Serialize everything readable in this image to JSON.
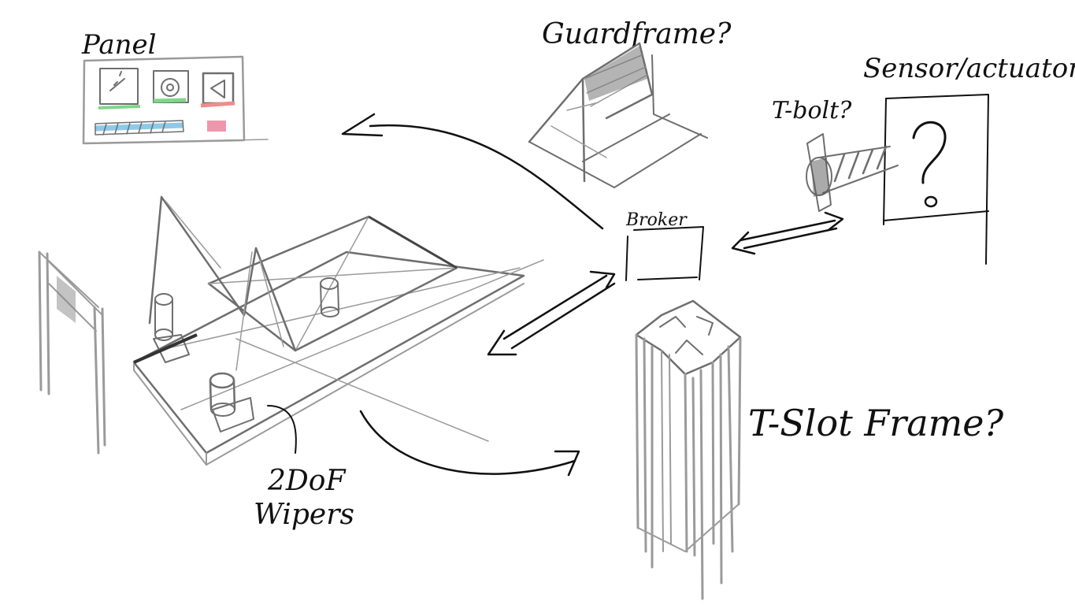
{
  "labels": {
    "panel": "Panel",
    "guard_frame": "Guardframe?",
    "sensor_actuator": "Sensor/actuator",
    "t_bolt": "T-bolt?",
    "broker": "Broker",
    "t_slot_frame": "T-Slot Frame?",
    "wipers_line1": "2DoF",
    "wipers_line2": "Wipers"
  },
  "colors": {
    "ink": "#111111",
    "pencil": "#9a9a9a",
    "panel_green": "#7fd68a",
    "panel_red": "#f08c8c",
    "panel_blue": "#8fc9e8",
    "panel_pink": "#e86a8a"
  },
  "icons": {
    "panel_buttons": [
      "gauge-icon",
      "at-sign-icon",
      "speaker-icon"
    ],
    "sensor_symbol": "question-mark-icon"
  }
}
